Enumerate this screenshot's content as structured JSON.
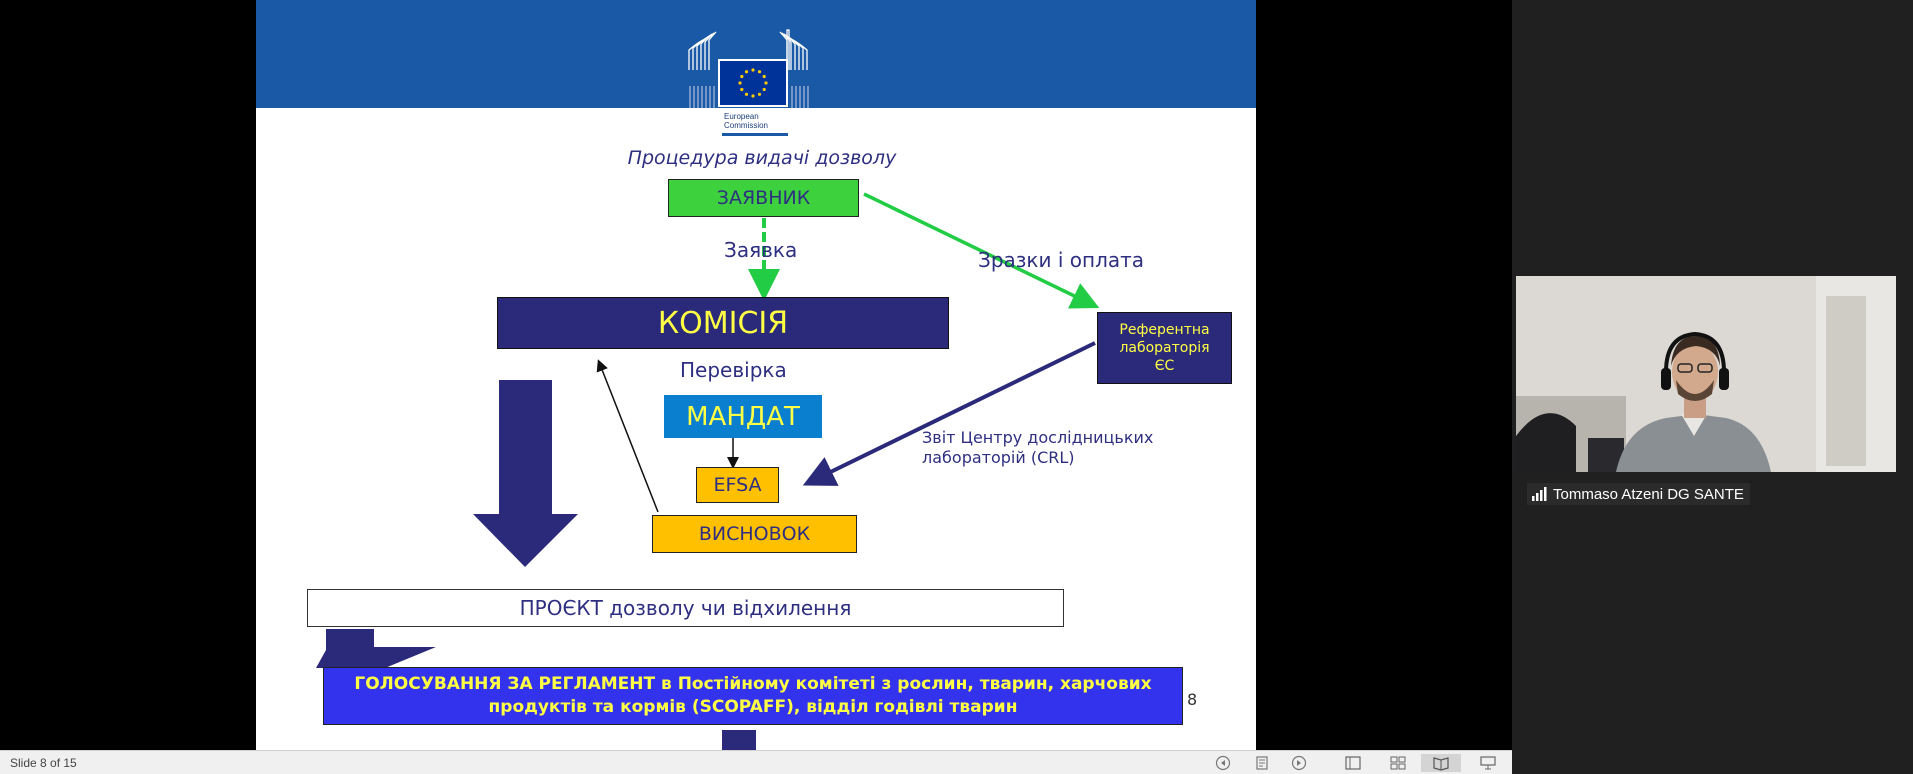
{
  "slide": {
    "logo_text": [
      "European",
      "Commission"
    ],
    "title": "Процедура видачі дозволу",
    "applicant": "ЗАЯВНИК",
    "application": "Заявка",
    "samples_payment": "Зразки і оплата",
    "commission": "КОМІСІЯ",
    "reference_lab": [
      "Референтна",
      "лабораторія",
      "ЄС"
    ],
    "check": "Перевірка",
    "mandate": "МАНДАТ",
    "crl_report": [
      "Звіт Центру дослідницьких",
      "лабораторій (CRL)"
    ],
    "efsa": "EFSA",
    "opinion": "ВИСНОВОК",
    "draft": "ПРОЄКТ дозволу чи відхилення",
    "vote": [
      "ГОЛОСУВАННЯ ЗА РЕГЛАМЕНТ в Постійному комітеті з рослин, тварин, харчових",
      "продуктів та кормів (SCOPAFF), відділ годівлі тварин"
    ],
    "page_number": "8"
  },
  "status_bar": {
    "slide_counter": "Slide 8 of 15",
    "icons": [
      "previous-icon",
      "notes-icon",
      "next-icon",
      "normal-view-icon",
      "slide-sorter-icon",
      "reading-view-icon",
      "slideshow-icon"
    ]
  },
  "participant": {
    "name": "Tommaso Atzeni DG SANTE",
    "icon": "signal-bars-icon"
  },
  "colors": {
    "header_blue": "#1a59a6",
    "navy": "#2b2a7a",
    "green": "#3dd13d",
    "arrow_green": "#22cc44",
    "mandate_blue": "#0a7fd0",
    "orange": "#ffc000",
    "vote_blue": "#3333ee",
    "yellow_text": "#ffff44"
  }
}
